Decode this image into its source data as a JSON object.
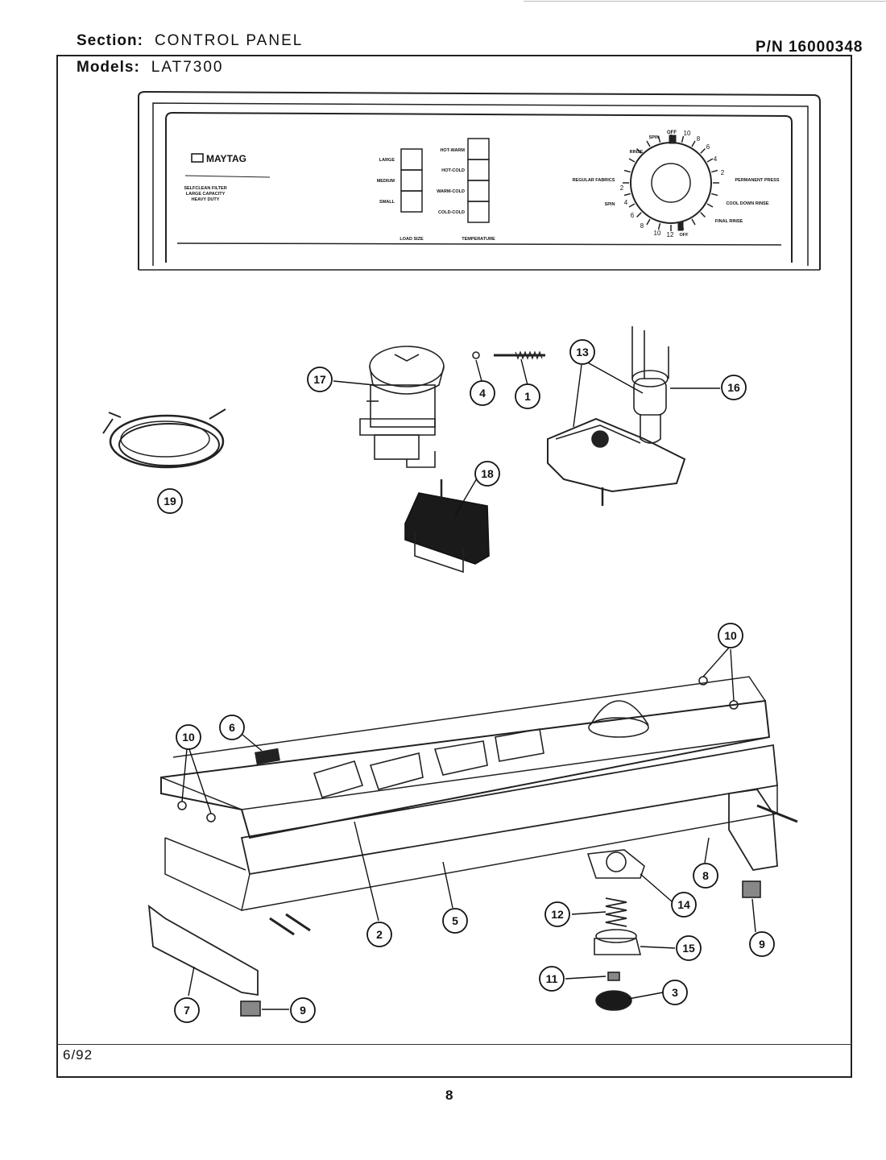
{
  "header": {
    "section_label": "Section:",
    "section_value": "CONTROL PANEL",
    "models_label": "Models:",
    "models_value": "LAT7300",
    "part_number": "P/N 16000348"
  },
  "footer": {
    "date": "6/92",
    "page_number": "8"
  },
  "panel": {
    "brand": "MAYTAG",
    "features": [
      "SELFCLEAN FILTER",
      "LARGE CAPACITY",
      "HEAVY DUTY"
    ],
    "load_size_options": [
      "LARGE",
      "MEDIUM",
      "SMALL"
    ],
    "load_size_title": "LOAD SIZE",
    "temperature_options": [
      "HOT-WARM",
      "HOT-COLD",
      "WARM-COLD",
      "COLD-COLD"
    ],
    "temperature_title": "TEMPERATURE",
    "dial_left_label": "REGULAR FABRICS",
    "dial_right_label": "PERMANENT PRESS",
    "dial_marks": [
      "OFF",
      "10",
      "8",
      "6",
      "4",
      "2",
      "2",
      "4",
      "6",
      "8",
      "10",
      "12",
      "OFF"
    ],
    "dial_words": [
      "SPIN",
      "RINSE",
      "SPIN",
      "COOL DOWN RINSE",
      "FINAL RINSE"
    ]
  },
  "callouts": {
    "c1": "1",
    "c2": "2",
    "c3": "3",
    "c4": "4",
    "c5": "5",
    "c6": "6",
    "c7": "7",
    "c8": "8",
    "c9a": "9",
    "c9b": "9",
    "c10a": "10",
    "c10b": "10",
    "c11": "11",
    "c12": "12",
    "c13": "13",
    "c14": "14",
    "c15": "15",
    "c16": "16",
    "c17": "17",
    "c18": "18",
    "c19": "19"
  }
}
